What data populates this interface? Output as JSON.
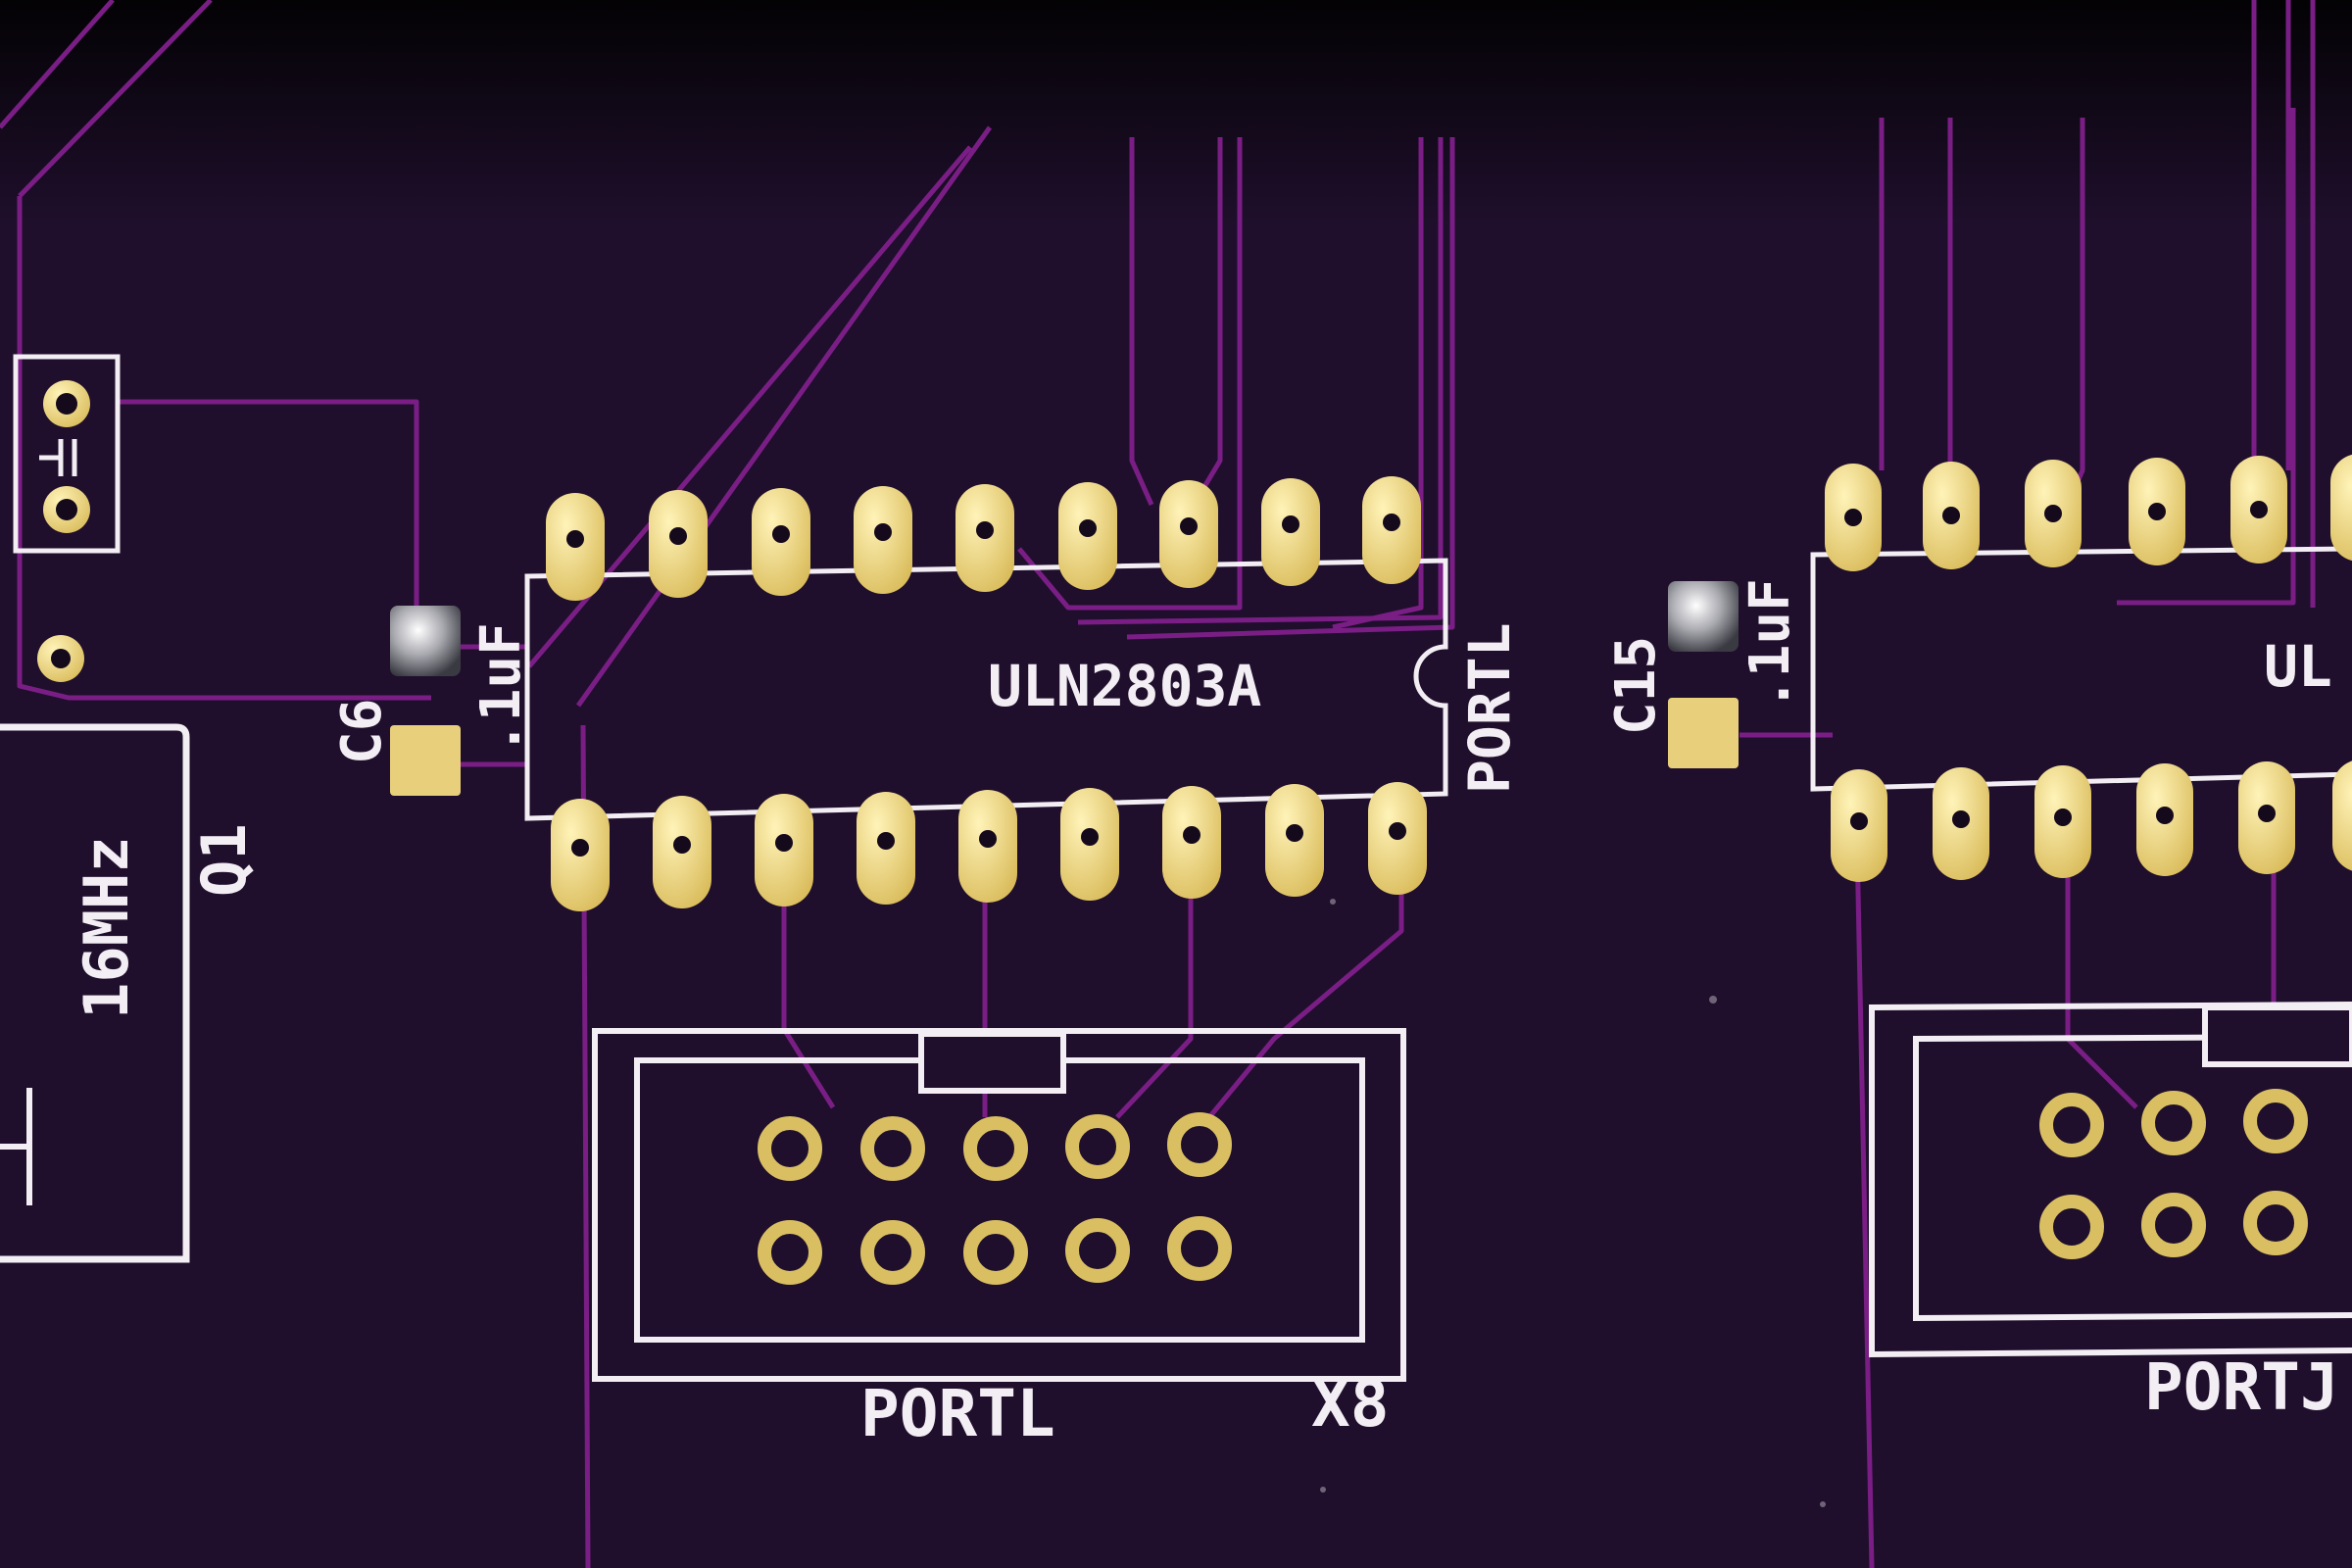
{
  "colors": {
    "board": "#1f0f2c",
    "board_shadow": "#050307",
    "trace": "#7a1e86",
    "silkscreen": "#f2eef4",
    "pad_gold": "#e8cf7c",
    "pad_hole": "#15091c",
    "ring_gold": "#d9bf62",
    "solder_silver": "#c9c9cc"
  },
  "labels": {
    "c6_ref": "C6",
    "c6_value": ".1uF",
    "c15_ref": "C15",
    "c15_value": ".1uF",
    "crystal_freq": "16MHz",
    "crystal_ref": "Q1",
    "ic1_part": "ULN2803A",
    "ic1_port": "PORTL",
    "ic2_part_partial": "UL",
    "header1_port": "PORTL",
    "header1_ref": "X8",
    "header2_port_partial": "PORTJ"
  },
  "icons": {
    "crystal_symbol": "ground-tee-icon",
    "capacitor_symbol": "capacitor-icon"
  }
}
